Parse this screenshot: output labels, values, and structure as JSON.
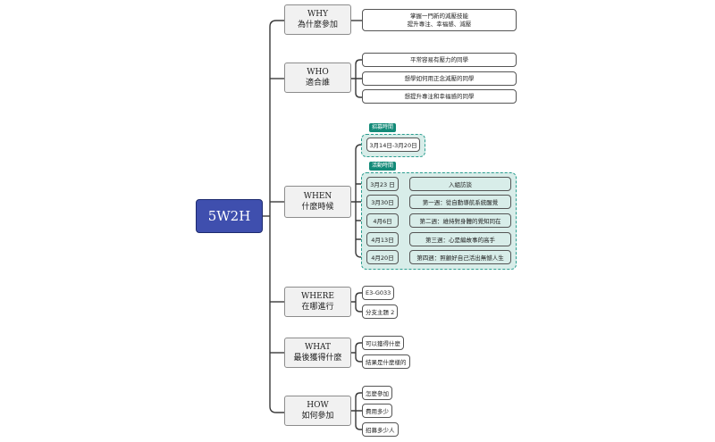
{
  "root": {
    "label": "5W2H"
  },
  "branches": {
    "why": {
      "title": "WHY",
      "subtitle": "為什麼參加",
      "leaf": [
        "掌握一門新的減壓技能",
        "提升專注、幸福感、減壓"
      ]
    },
    "who": {
      "title": "WHO",
      "subtitle": "適合誰",
      "leaves": [
        "平常容易有壓力的同學",
        "想學如何用正念減壓的同學",
        "想提升專注和幸福感的同學"
      ]
    },
    "when": {
      "title": "WHEN",
      "subtitle": "什麼時候",
      "recruit_label": "招募時間",
      "recruit_date": "3月14日-3月20日",
      "activity_label": "活動時間",
      "activities": [
        {
          "date": "3月23 日",
          "desc": "入組訪談"
        },
        {
          "date": "3月30日",
          "desc": "第一週：從自動導航系統醒覺"
        },
        {
          "date": "4月6日",
          "desc": "第二週：維持對身體的覺知同在"
        },
        {
          "date": "4月13日",
          "desc": "第三週：心是編故事的高手"
        },
        {
          "date": "4月20日",
          "desc": "第四週：照顧好自己活出無憾人生"
        }
      ]
    },
    "where": {
      "title": "WHERE",
      "subtitle": "在哪進行",
      "leaves": [
        "E3-G033",
        "分支主題 2"
      ]
    },
    "what": {
      "title": "WHAT",
      "subtitle": "最後獲得什麼",
      "leaves": [
        "可以獲得什麼",
        "結果是什麼樣的"
      ]
    },
    "how": {
      "title": "HOW",
      "subtitle": "如何參加",
      "leaves": [
        "怎麼參加",
        "費用多少",
        "招募多少人"
      ]
    }
  }
}
